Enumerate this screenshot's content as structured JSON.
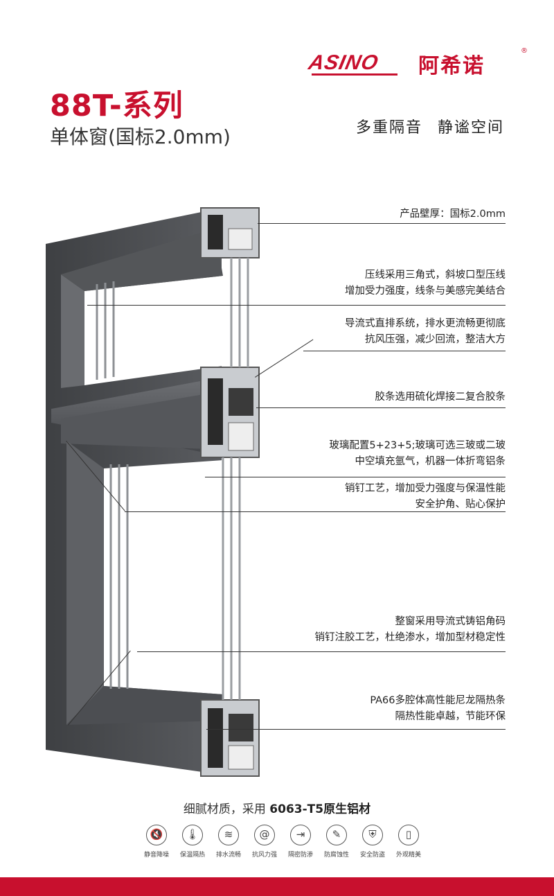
{
  "brand": {
    "latin": "ASINO",
    "chinese": "阿希诺",
    "registered": "®"
  },
  "header": {
    "series_title": "88T-系列",
    "subtitle": "单体窗(国标2.0mm)",
    "slogan": [
      "多重隔音",
      "静谧空间"
    ]
  },
  "annotations": [
    {
      "lines": [
        "产品壁厚：国标2.0mm"
      ]
    },
    {
      "lines": [
        "压线采用三角式，斜坡口型压线",
        "增加受力强度，线条与美感完美结合"
      ]
    },
    {
      "lines": [
        "导流式直排系统，排水更流畅更彻底",
        "抗风压强，减少回流，整洁大方"
      ]
    },
    {
      "lines": [
        "胶条选用硫化焊接二复合胶条"
      ]
    },
    {
      "lines": [
        "玻璃配置5+23+5;玻璃可选三玻或二玻",
        "中空填充氩气，机器一体折弯铝条"
      ]
    },
    {
      "lines": [
        "销钉工艺，增加受力强度与保温性能",
        "安全护角、贴心保护"
      ]
    },
    {
      "lines": [
        "整窗采用导流式铸铝角码",
        "销钉注胶工艺，杜绝渗水，增加型材稳定性"
      ]
    },
    {
      "lines": [
        "PA66多腔体高性能尼龙隔热条",
        "隔热性能卓越，节能环保"
      ]
    }
  ],
  "material": {
    "prefix": "细腻材质，采用 ",
    "highlight": "6063-T5原生铝材"
  },
  "features": [
    {
      "label": "静音降噪",
      "icon": "mute-icon"
    },
    {
      "label": "保温隔热",
      "icon": "thermometer-icon"
    },
    {
      "label": "排水流畅",
      "icon": "water-wave-icon"
    },
    {
      "label": "抗风力强",
      "icon": "wind-swirl-icon"
    },
    {
      "label": "隔密防渗",
      "icon": "seal-arrows-icon"
    },
    {
      "label": "防腐蚀性",
      "icon": "anti-corrosion-icon"
    },
    {
      "label": "安全防盗",
      "icon": "shield-lock-icon"
    },
    {
      "label": "外观精美",
      "icon": "window-design-icon"
    }
  ],
  "colors": {
    "brand_red": "#c8102e",
    "frame_dark": "#4a4c4f",
    "frame_mid": "#5e6064",
    "glass": "#ffffff"
  }
}
